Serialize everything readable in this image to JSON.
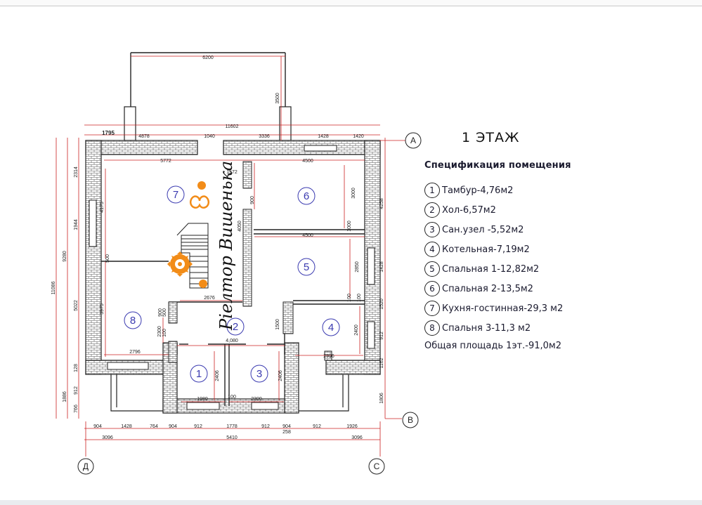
{
  "floor_title": "1 ЭТАЖ",
  "spec": {
    "title": "Спецификация помещения",
    "rooms": [
      {
        "num": "1",
        "label": "Тамбур-4,76м2"
      },
      {
        "num": "2",
        "label": "Хол-6,57м2"
      },
      {
        "num": "3",
        "label": "Сан.узел -5,52м2"
      },
      {
        "num": "4",
        "label": "Котельная-7,19м2"
      },
      {
        "num": "5",
        "label": "Спальная 1-12,82м2"
      },
      {
        "num": "6",
        "label": "Спальная 2-13,5м2"
      },
      {
        "num": "7",
        "label": "Кухня-гостинная-29,3 м2"
      },
      {
        "num": "8",
        "label": "Спальня 3-11,3 м2"
      }
    ],
    "total": "Общая площадь 1эт.-91,0м2"
  },
  "axes": {
    "a": "А",
    "b": "В",
    "d": "Д",
    "c": "С"
  },
  "watermark": "Ріелтор Вишенька",
  "plan_rooms": [
    "7",
    "6",
    "5",
    "8",
    "2",
    "4",
    "1",
    "3"
  ],
  "dims": {
    "terrace_width": "6200",
    "terrace_depth": "3500",
    "top_overall": "11602",
    "top_segments": [
      "1795",
      "4878",
      "1040",
      "3336",
      "1428",
      "1420"
    ],
    "inner_top": [
      "5772",
      "4500"
    ],
    "room6_height": "3000",
    "room5_width": "4500",
    "room5_height": "2850",
    "left_overall": "11086",
    "left_mid": "9280",
    "left_segments": [
      "2314",
      "1944",
      "5022",
      "128",
      "1886",
      "912",
      "766"
    ],
    "room7_height": "4175",
    "room8_height": "3975",
    "room8_width": "2796",
    "hall_width": "2676",
    "hall_height": "2300",
    "hall_lower": "4,080",
    "vestibule_width": "1980",
    "bath_width": "2300",
    "vestibule_height": "2406",
    "bath_height": "2406",
    "boiler_width": "2996",
    "boiler_height": "2400",
    "right_segments": [
      "4258",
      "1428",
      "1520",
      "912",
      "1162",
      "1806"
    ],
    "bottom_row1": [
      "904",
      "1428",
      "764",
      "904",
      "912",
      "1778",
      "912",
      "904",
      "912",
      "1926"
    ],
    "bottom_row2": [
      "3096",
      "5410",
      "3096"
    ],
    "bottom_small": "258",
    "misc": [
      "900",
      "1000",
      "1500",
      "100",
      "100",
      "500",
      "500",
      "4050",
      "1572",
      "900",
      "100",
      "100"
    ]
  }
}
